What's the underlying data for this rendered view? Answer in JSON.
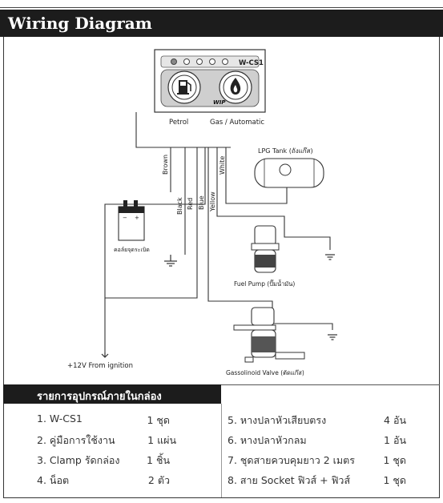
{
  "title": "Wiring Diagram",
  "controller": {
    "model": "W-CS1",
    "petrol_label": "Petrol",
    "gas_label": "Gas / Automatic",
    "brand_mark": "WIP"
  },
  "wires": {
    "brown": "Brown",
    "white": "White",
    "black": "Black",
    "red": "Red",
    "blue": "Blue",
    "yellow": "Yellow"
  },
  "components": {
    "lpg_tank": "LPG Tank (ถังแก๊ส)",
    "coil": "คอล์ยจุดระเบิด",
    "fuel_pump": "Fuel Pump (ปั๊มน้ำมัน)",
    "solenoid": "Gassolinoid Valve (ตัดแก๊ส)",
    "ignition": "+12V  From ignition"
  },
  "package": {
    "header": "รายการอุปกรณ์ภายในกล่อง",
    "left": [
      {
        "item": "1. W-CS1",
        "qty": "1  ชุด"
      },
      {
        "item": "2. คู่มือการใช้งาน",
        "qty": "1  แผ่น"
      },
      {
        "item": "3. Clamp  รัดกล่อง",
        "qty": "1  ชิ้น"
      },
      {
        "item": "4. น็อต",
        "qty": "2  ตัว"
      }
    ],
    "right": [
      {
        "item": "5. หางปลาหัวเสียบตรง",
        "qty": "4  อัน"
      },
      {
        "item": "6. หางปลาหัวกลม",
        "qty": "1  อัน"
      },
      {
        "item": "7. ชุดสายควบคุมยาว 2 เมตร",
        "qty": "1  ชุด"
      },
      {
        "item": "8. สาย Socket ฟิวส์ + ฟิวส์",
        "qty": "1  ชุด"
      }
    ]
  },
  "colors": {
    "header_bg": "#1c1c1c",
    "line": "#333333"
  }
}
